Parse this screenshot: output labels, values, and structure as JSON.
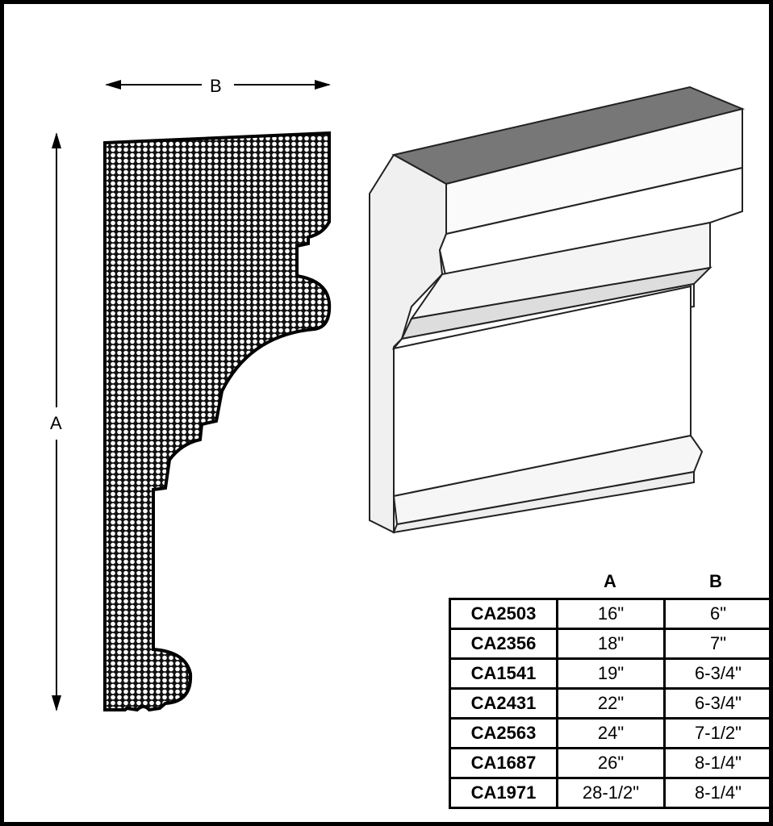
{
  "dimensions": {
    "width_label": "B",
    "height_label": "A"
  },
  "table": {
    "headers": [
      "A",
      "B"
    ],
    "rows": [
      {
        "code": "CA2503",
        "a": "16\"",
        "b": "6\""
      },
      {
        "code": "CA2356",
        "a": "18\"",
        "b": "7\""
      },
      {
        "code": "CA1541",
        "a": "19\"",
        "b": "6-3/4\""
      },
      {
        "code": "CA2431",
        "a": "22\"",
        "b": "6-3/4\""
      },
      {
        "code": "CA2563",
        "a": "24\"",
        "b": "7-1/2\""
      },
      {
        "code": "CA1687",
        "a": "26\"",
        "b": "8-1/4\""
      },
      {
        "code": "CA1971",
        "a": "28-1/2\"",
        "b": "8-1/4\""
      }
    ]
  }
}
